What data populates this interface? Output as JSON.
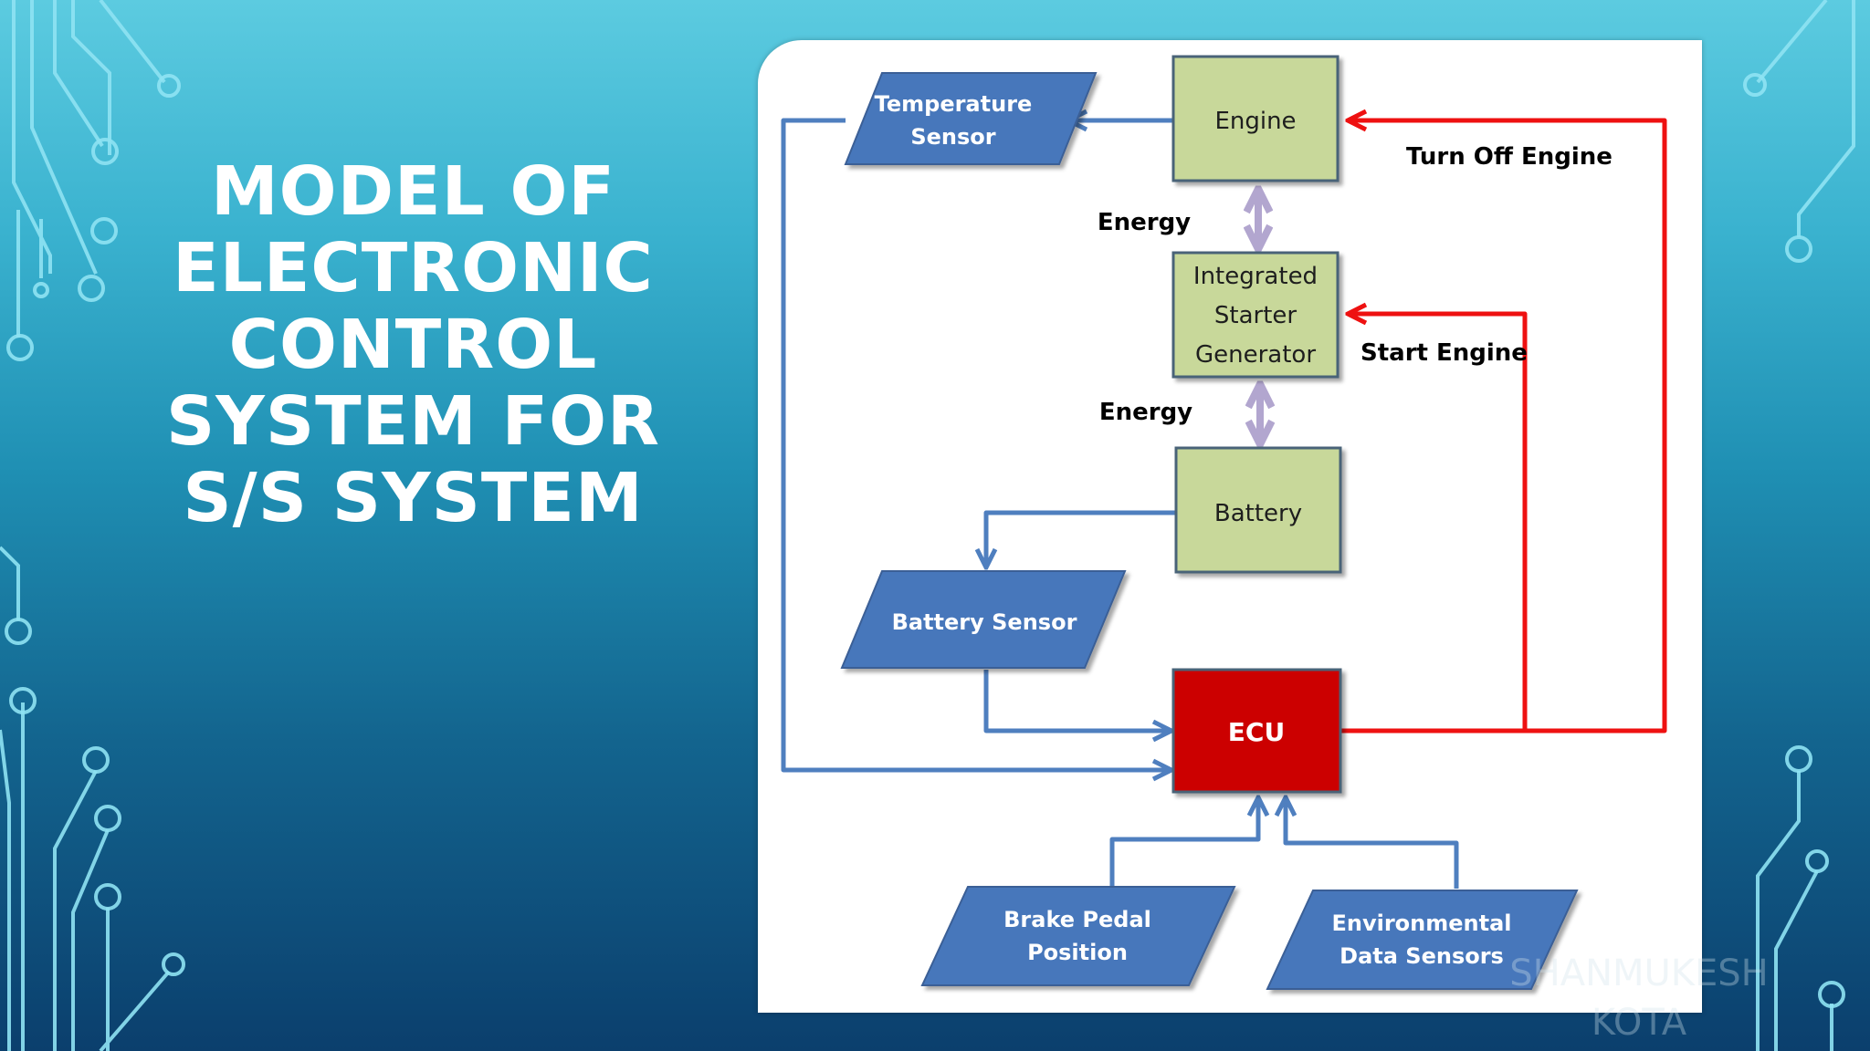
{
  "slide": {
    "title": "Model of electronic control system for S/S system",
    "watermark_line1": "SHANMUKESH",
    "watermark_line2": "KOTA"
  },
  "diagram": {
    "boxes": {
      "engine": "Engine",
      "isg_line1": "Integrated",
      "isg_line2": "Starter",
      "isg_line3": "Generator",
      "battery": "Battery",
      "ecu": "ECU"
    },
    "sensors": {
      "temperature_line1": "Temperature",
      "temperature_line2": "Sensor",
      "battery": "Battery Sensor",
      "brake_line1": "Brake Pedal",
      "brake_line2": "Position",
      "env_line1": "Environmental",
      "env_line2": "Data Sensors"
    },
    "labels": {
      "energy_top": "Energy",
      "energy_bottom": "Energy",
      "turn_off": "Turn Off Engine",
      "start": "Start Engine"
    },
    "colors": {
      "box_fill": "#c8d89a",
      "box_border": "#4a6478",
      "sensor_fill": "#4677bb",
      "connector_blue": "#4f7fbf",
      "ecu_fill": "#cc0000",
      "control_red": "#ee1111",
      "energy_arrow": "#b2a6cf"
    }
  }
}
